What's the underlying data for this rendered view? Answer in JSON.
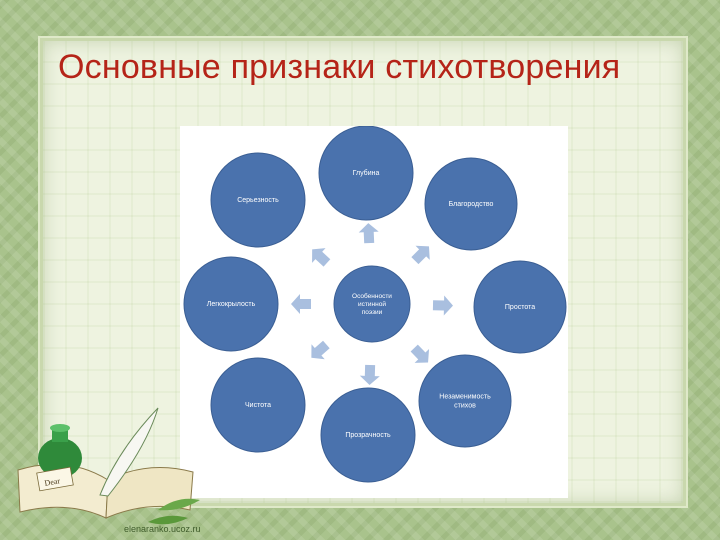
{
  "slide": {
    "title": "Основные признаки стихотворения",
    "footer": "elenaranko.ucoz.ru"
  },
  "diagram": {
    "center": [
      "Особенности",
      "истинной",
      "поэзии"
    ],
    "nodes": [
      {
        "id": "depth",
        "lines": [
          "Глубина"
        ]
      },
      {
        "id": "nobility",
        "lines": [
          "Благородство"
        ]
      },
      {
        "id": "simplicity",
        "lines": [
          "Простота"
        ]
      },
      {
        "id": "irreplaceability",
        "lines": [
          "Незаменимость",
          "стихов"
        ]
      },
      {
        "id": "transparency",
        "lines": [
          "Прозрачность"
        ]
      },
      {
        "id": "purity",
        "lines": [
          "Чистота"
        ]
      },
      {
        "id": "lightness",
        "lines": [
          "Легкокрылость"
        ]
      },
      {
        "id": "seriousness",
        "lines": [
          "Серьезность"
        ]
      }
    ],
    "colors": {
      "node_fill": "#4a72ad",
      "node_stroke": "#3a5e93",
      "arrow_fill": "#a9bfdf",
      "title_color": "#b52418"
    }
  },
  "decor": {
    "card_text": "Dear"
  }
}
